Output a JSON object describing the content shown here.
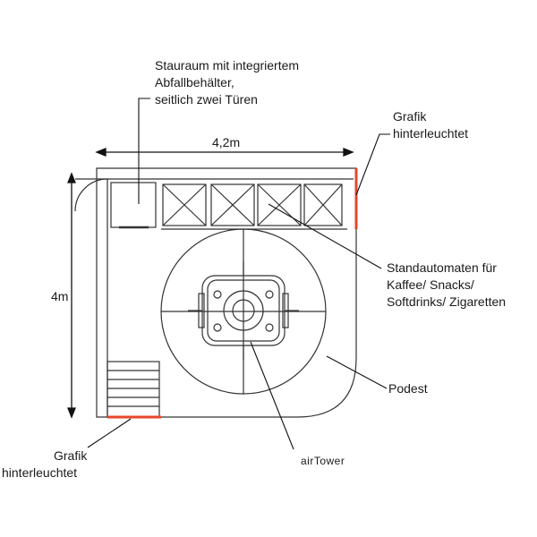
{
  "labels": {
    "storage": [
      "Stauraum mit integriertem",
      "Abfallbehälter,",
      "seitlich zwei Türen"
    ],
    "graphic_top": [
      "Grafik",
      "hinterleuchtet"
    ],
    "width_dim": "4,2m",
    "height_dim": "4m",
    "vending": [
      "Standautomaten für",
      "Kaffee/ Snacks/",
      "Softdrinks/ Zigaretten"
    ],
    "podest": "Podest",
    "airtower": "airTower",
    "graphic_bottom": [
      "Grafik",
      "hinterleuchtet"
    ]
  },
  "colors": {
    "line": "#333333",
    "accent": "#e8452c"
  }
}
